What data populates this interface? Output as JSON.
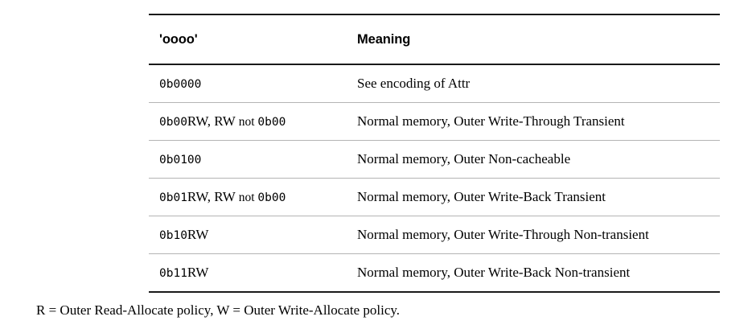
{
  "table": {
    "columns": [
      {
        "key": "code",
        "label": "'oooo'"
      },
      {
        "key": "meaning",
        "label": "Meaning"
      }
    ],
    "rows": [
      {
        "code": "0b0000",
        "code_parts": [
          {
            "text": "0b0000",
            "style": "mono"
          }
        ],
        "meaning": "See encoding of Attr"
      },
      {
        "code": "0b00RW, RW not 0b00",
        "code_parts": [
          {
            "text": "0b00",
            "style": "mono"
          },
          {
            "text": "RW, RW ",
            "style": "serif"
          },
          {
            "text": "not ",
            "style": "serif-small"
          },
          {
            "text": "0b00",
            "style": "mono"
          }
        ],
        "meaning": "Normal memory, Outer Write-Through Transient"
      },
      {
        "code": "0b0100",
        "code_parts": [
          {
            "text": "0b0100",
            "style": "mono"
          }
        ],
        "meaning": "Normal memory, Outer Non-cacheable"
      },
      {
        "code": "0b01RW, RW not 0b00",
        "code_parts": [
          {
            "text": "0b01",
            "style": "mono"
          },
          {
            "text": "RW, RW ",
            "style": "serif"
          },
          {
            "text": "not ",
            "style": "serif-small"
          },
          {
            "text": "0b00",
            "style": "mono"
          }
        ],
        "meaning": "Normal memory, Outer Write-Back Transient"
      },
      {
        "code": "0b10RW",
        "code_parts": [
          {
            "text": "0b10",
            "style": "mono"
          },
          {
            "text": "RW",
            "style": "serif"
          }
        ],
        "meaning": "Normal memory, Outer Write-Through Non-transient"
      },
      {
        "code": "0b11RW",
        "code_parts": [
          {
            "text": "0b11",
            "style": "mono"
          },
          {
            "text": "RW",
            "style": "serif"
          }
        ],
        "meaning": "Normal memory, Outer Write-Back Non-transient"
      }
    ]
  },
  "footnote": {
    "text": "R = Outer Read-Allocate policy, W = Outer Write-Allocate policy."
  },
  "colors": {
    "background": "#ffffff",
    "text": "#000000",
    "rule_major": "#1a1a1a",
    "rule_minor": "#b4b4b4"
  }
}
